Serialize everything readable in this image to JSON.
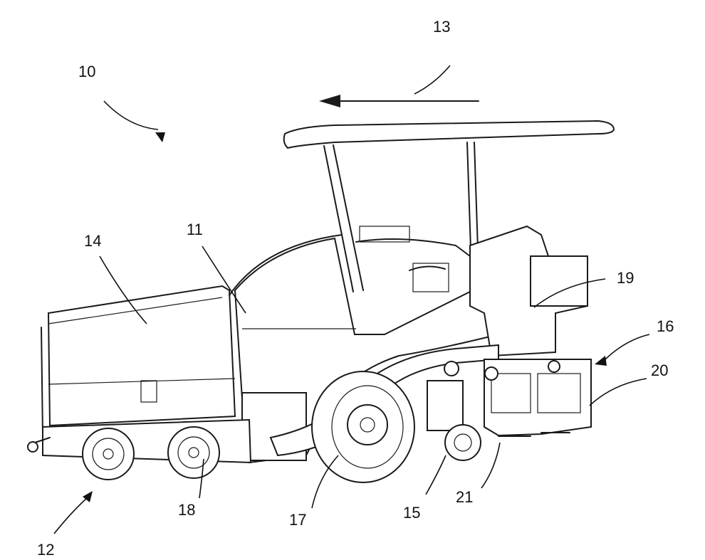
{
  "labels": {
    "l10": "10",
    "l11": "11",
    "l12": "12",
    "l13": "13",
    "l14": "14",
    "l15": "15",
    "l16": "16",
    "l17": "17",
    "l18": "18",
    "l19": "19",
    "l20": "20",
    "l21": "21"
  }
}
